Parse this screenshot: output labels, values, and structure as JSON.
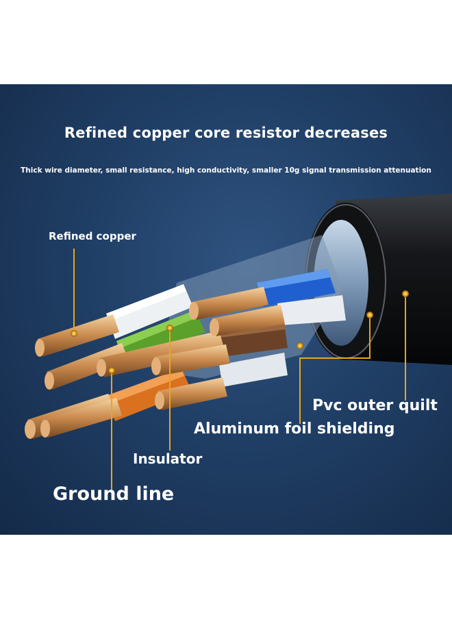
{
  "headline": "Refined copper core resistor decreases",
  "subline": "Thick wire diameter, small resistance, high conductivity, smaller 10g signal transmission attenuation",
  "labels": {
    "refined_copper": "Refined copper",
    "pvc_outer_quilt": "Pvc outer quilt",
    "aluminum_foil_shielding": "Aluminum foil shielding",
    "insulator": "Insulator",
    "ground_line": "Ground line"
  },
  "colors": {
    "background_top": "#2f5380",
    "background_bottom": "#142a48",
    "callout_line": "#f0a418",
    "copper": "#c98a4e",
    "jacket": "#121416"
  }
}
